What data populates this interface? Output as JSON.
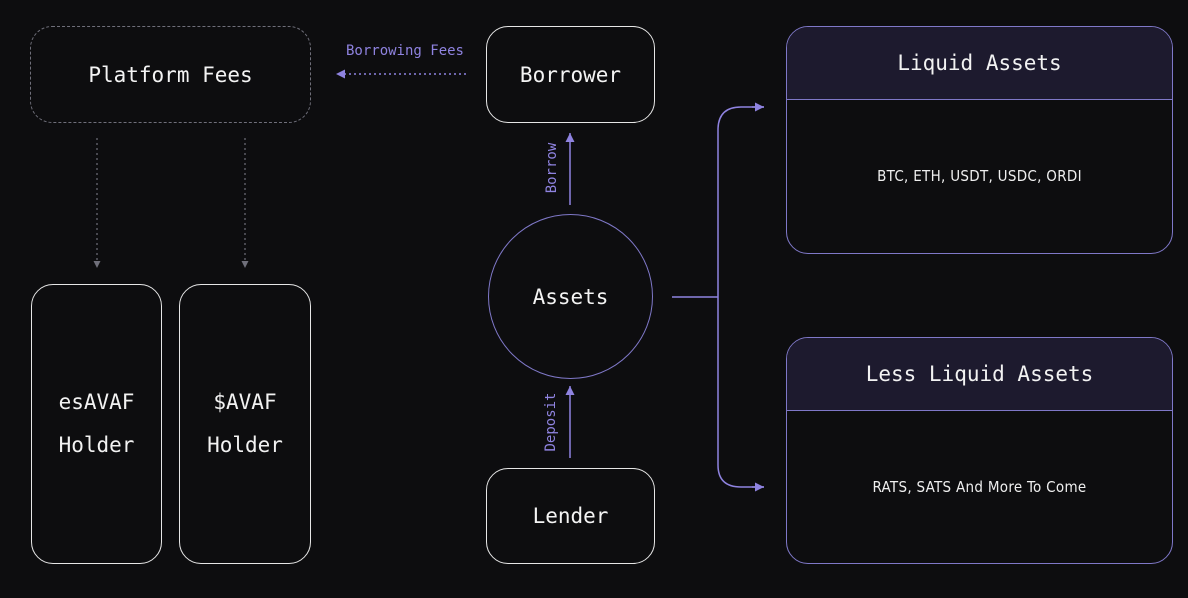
{
  "platform_fees": "Platform Fees",
  "borrowing_fees": "Borrowing Fees",
  "borrower": "Borrower",
  "borrow": "Borrow",
  "assets": "Assets",
  "deposit": "Deposit",
  "lender": "Lender",
  "es_holder": {
    "line1": "esAVAF",
    "line2": "Holder"
  },
  "avaf_holder": {
    "line1": "$AVAF",
    "line2": "Holder"
  },
  "liquid": {
    "title": "Liquid Assets",
    "items": "BTC, ETH, USDT, USDC, ORDI"
  },
  "less_liquid": {
    "title": "Less Liquid Assets",
    "items": "RATS, SATS And More To Come"
  },
  "colors": {
    "accent": "#8f83e0",
    "panel_header": "#1d1a2e",
    "background": "#0d0d0f"
  }
}
